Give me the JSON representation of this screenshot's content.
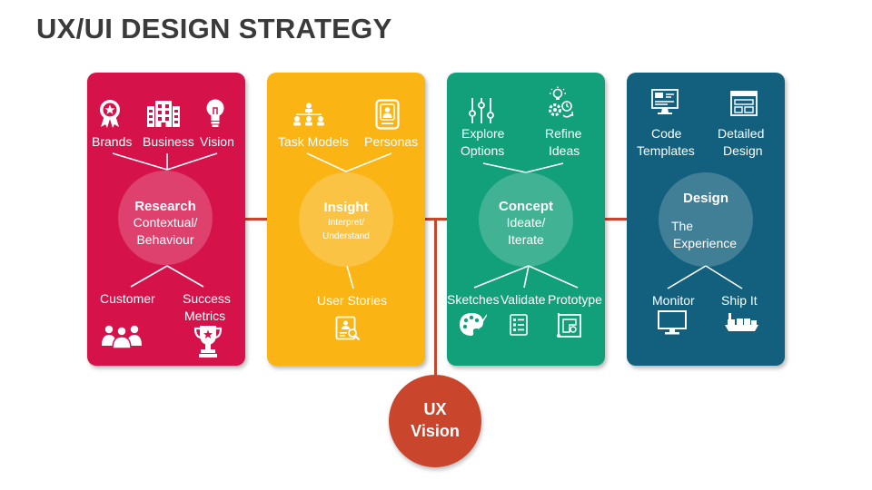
{
  "title": "UX/UI DESIGN STRATEGY",
  "colors": {
    "research": "#d6124a",
    "insight": "#fab414",
    "concept": "#12a07a",
    "design": "#12607e",
    "accent": "#c9452c"
  },
  "research": {
    "top_labels": [
      "Brands",
      "Business",
      "Vision"
    ],
    "top_icons": [
      "award-ribbon-icon",
      "office-building-icon",
      "lightbulb-icon"
    ],
    "center_title": "Research",
    "center_line1": "Contextual/",
    "center_line2": "Behaviour",
    "bottom_labels": [
      "Customer",
      "Success",
      "Metrics"
    ],
    "bottom_icons": [
      "user-group-icon",
      "trophy-icon"
    ]
  },
  "insight": {
    "top_labels": [
      "Task Models",
      "Personas"
    ],
    "top_icons": [
      "org-chart-icon",
      "persona-card-icon"
    ],
    "center_title": "Insight",
    "center_line1": "Interpret/",
    "center_line2": "Understand",
    "bottom_labels": [
      "User Stories"
    ],
    "bottom_icons": [
      "user-search-document-icon"
    ]
  },
  "concept": {
    "top_labels": [
      "Explore",
      "Options",
      "Refine",
      "Ideas"
    ],
    "top_icons": [
      "sliders-icon",
      "idea-gears-icon"
    ],
    "center_title": "Concept",
    "center_line1": "Ideate/",
    "center_line2": "Iterate",
    "bottom_labels": [
      "Sketches",
      "Validate",
      "Prototype"
    ],
    "bottom_icons": [
      "palette-icon",
      "checklist-icon",
      "blueprint-icon"
    ]
  },
  "design": {
    "top_labels": [
      "Code",
      "Templates",
      "Detailed",
      "Design"
    ],
    "top_icons": [
      "code-monitor-icon",
      "layout-window-icon"
    ],
    "center_title": "Design",
    "center_line1": "The",
    "center_line2": "Experience",
    "bottom_labels": [
      "Monitor",
      "Ship It"
    ],
    "bottom_icons": [
      "monitor-icon",
      "cargo-ship-icon"
    ]
  },
  "vision": {
    "line1": "UX",
    "line2": "Vision"
  }
}
